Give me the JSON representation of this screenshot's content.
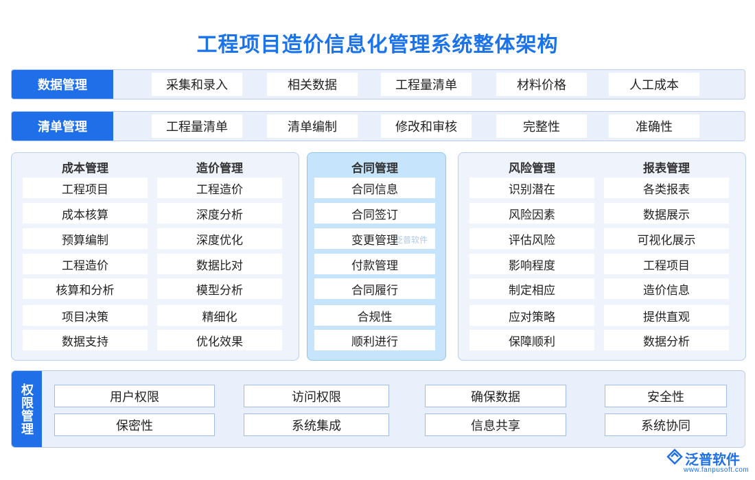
{
  "title": "工程项目造价信息化管理系统整体架构",
  "data_mgmt": {
    "label": "数据管理",
    "items": [
      "采集和录入",
      "相关数据",
      "工程量清单",
      "材料价格",
      "人工成本"
    ]
  },
  "list_mgmt": {
    "label": "清单管理",
    "items": [
      "工程量清单",
      "清单编制",
      "修改和审核",
      "完整性",
      "准确性"
    ]
  },
  "cost_mgmt": {
    "label": "成本管理",
    "items": [
      "工程项目",
      "成本核算",
      "预算编制",
      "工程造价",
      "核算和分析",
      "项目决策",
      "数据支持"
    ]
  },
  "price_mgmt": {
    "label": "造价管理",
    "items": [
      "工程造价",
      "深度分析",
      "深度优化",
      "数据比对",
      "模型分析",
      "精细化",
      "优化效果"
    ]
  },
  "contract_mgmt": {
    "label": "合同管理",
    "items": [
      "合同信息",
      "合同签订",
      "变更管理",
      "付款管理",
      "合同履行",
      "合规性",
      "顺利进行"
    ]
  },
  "risk_mgmt": {
    "label": "风险管理",
    "items": [
      "识别潜在",
      "风险因素",
      "评估风险",
      "影响程度",
      "制定相应",
      "应对策略",
      "保障顺利"
    ]
  },
  "report_mgmt": {
    "label": "报表管理",
    "items": [
      "各类报表",
      "数据展示",
      "可视化展示",
      "工程项目",
      "造价信息",
      "提供直观",
      "数据分析"
    ]
  },
  "perm_mgmt": {
    "label": "权限管理",
    "items": [
      "用户权限",
      "访问权限",
      "确保数据",
      "安全性",
      "保密性",
      "系统集成",
      "信息共享",
      "系统协同"
    ]
  },
  "watermark": "泛普软件",
  "logo": {
    "name": "泛普软件",
    "url": "www.fanpusoft.com"
  },
  "colors": {
    "accent": "#1f6fe8",
    "title": "#1a73e8",
    "band": "#e9f0fc",
    "mid_panel": "#c6e4fb"
  }
}
